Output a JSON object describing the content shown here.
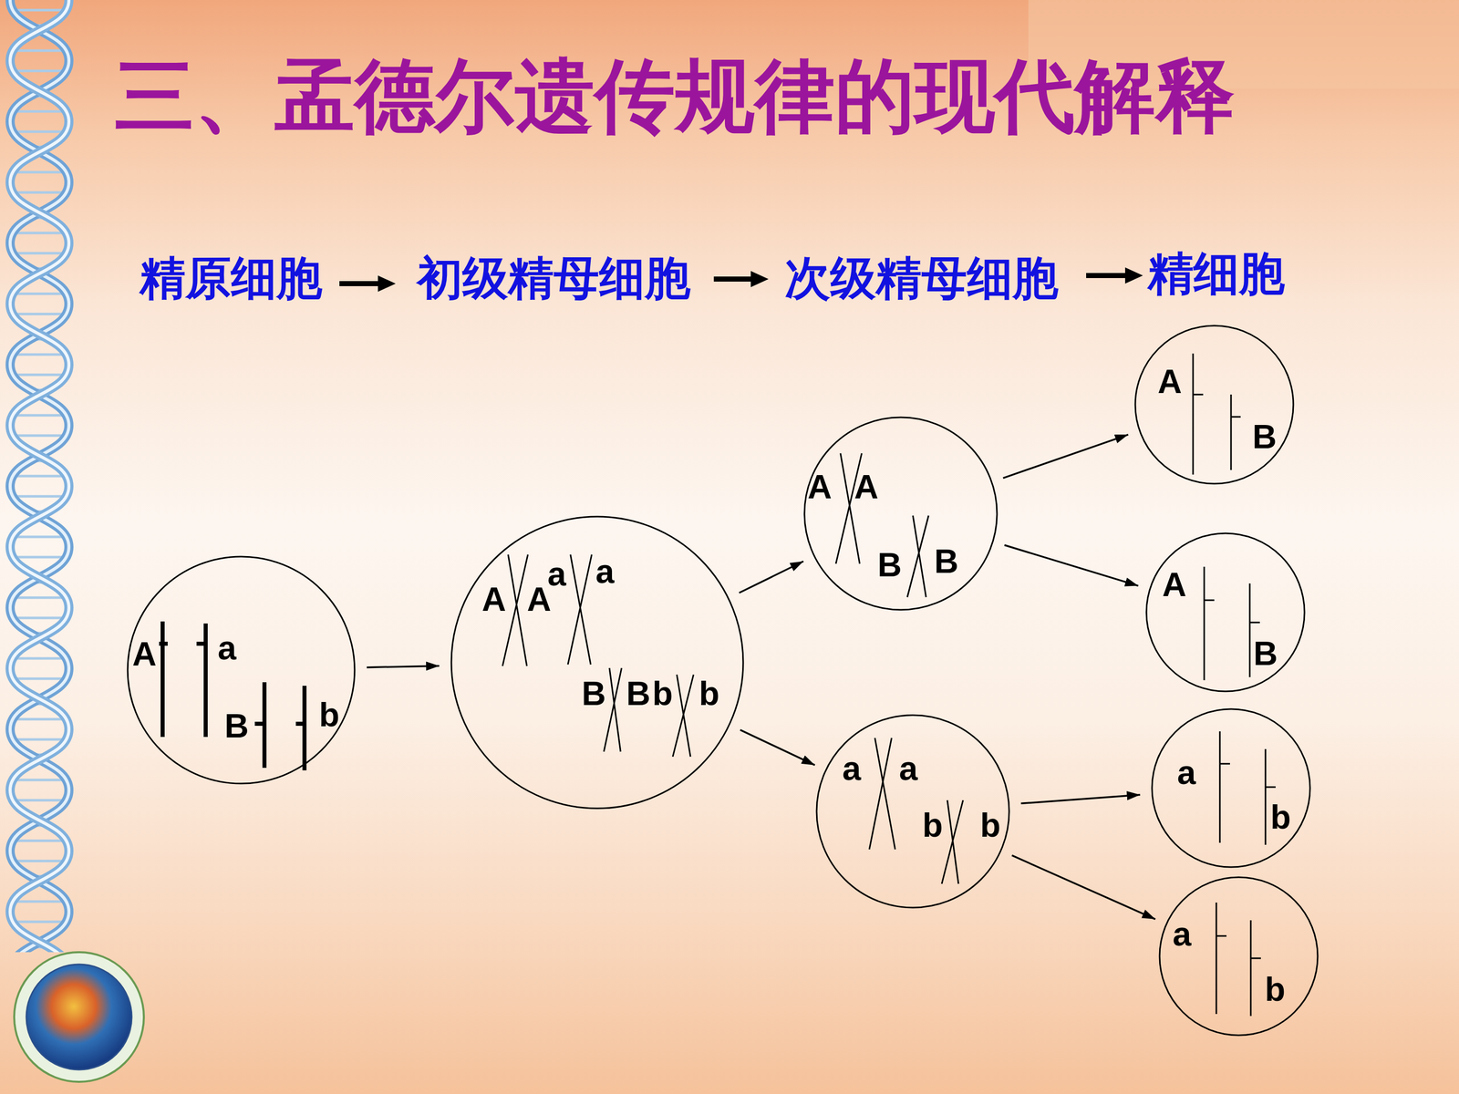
{
  "diagram": {
    "title": "三、孟德尔遗传规律的现代解释",
    "nodes": [
      {
        "text": [
          "A",
          "a",
          "B",
          "b"
        ]
      },
      {
        "text": [
          "A",
          "A",
          "a",
          "a",
          "B",
          "B",
          "b",
          "b"
        ]
      },
      {
        "text": [
          "A",
          "A",
          "B",
          "B"
        ]
      },
      {
        "text": [
          "a",
          "a",
          "b",
          "b"
        ]
      },
      {
        "text": [
          "A",
          "B"
        ]
      },
      {
        "text": [
          "A",
          "B"
        ]
      },
      {
        "text": [
          "a",
          "b"
        ]
      },
      {
        "text": [
          "a",
          "b"
        ]
      }
    ],
    "edges": [
      {
        "from": 0,
        "to": 1,
        "arrow": "to"
      },
      {
        "from": 1,
        "to": 2,
        "arrow": "to"
      },
      {
        "from": 1,
        "to": 3,
        "arrow": "to"
      },
      {
        "from": 2,
        "to": 4,
        "arrow": "to"
      },
      {
        "from": 2,
        "to": 5,
        "arrow": "to"
      },
      {
        "from": 3,
        "to": 6,
        "arrow": "to"
      },
      {
        "from": 3,
        "to": 7,
        "arrow": "to"
      }
    ],
    "labels": [
      "精原细胞",
      "初级精母细胞",
      "次级精母细胞",
      "精细胞"
    ]
  }
}
